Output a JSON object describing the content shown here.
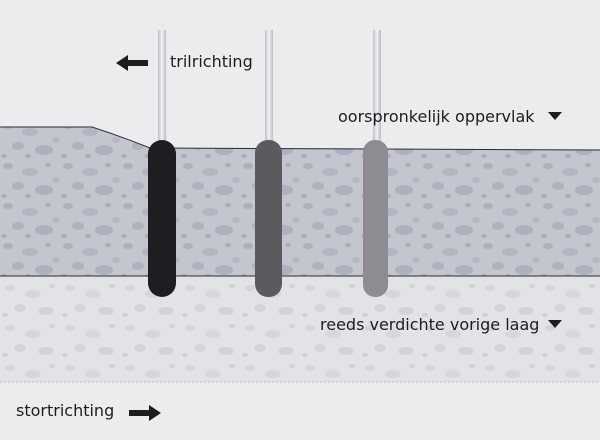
{
  "labels": {
    "trilrichting": "trilrichting",
    "oorspronkelijk_oppervlak": "oorspronkelijk oppervlak",
    "reeds_verdichte_vorige_laag": "reeds verdichte vorige laag",
    "stortrichting": "stortrichting"
  },
  "colors": {
    "background": "#ececee",
    "fresh_layer": "#c3c5cf",
    "compacted_layer": "#e2e3e7",
    "pebbles_fresh": "#acafbc",
    "pebbles_compacted": "#d3d4da",
    "boundary_line": "#2a2c36",
    "vibrator_active": "#1e1e22",
    "vibrator_previous": "#5b5a5e",
    "vibrator_oldest": "#8e8b92",
    "shaft": "#d8d9dc"
  },
  "icons": {
    "left_arrow": "arrow-left-icon",
    "right_arrow": "arrow-right-icon",
    "markers": "triangle-down-icon"
  }
}
